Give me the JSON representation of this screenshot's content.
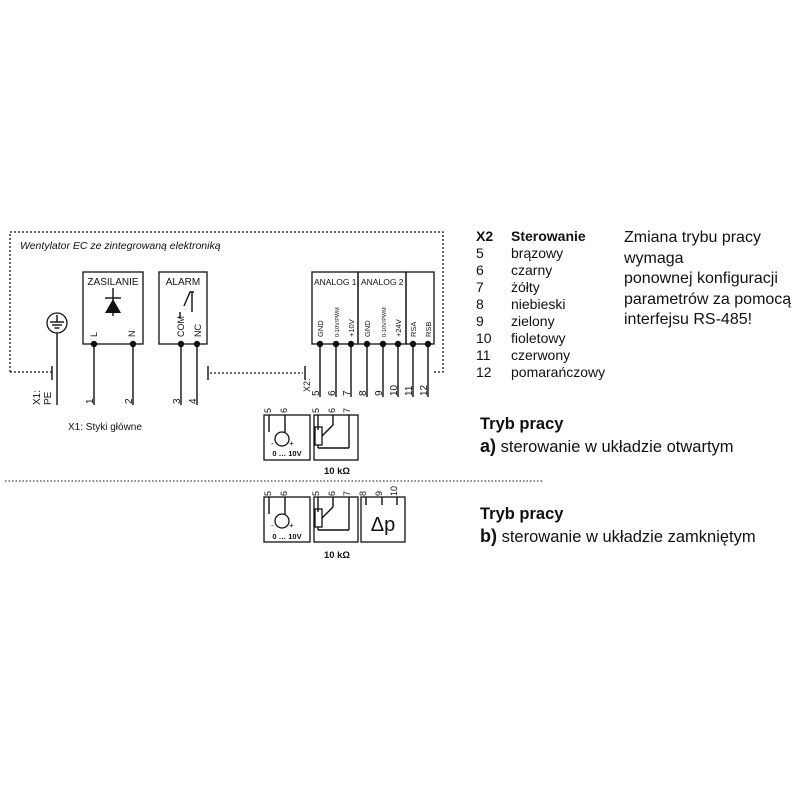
{
  "diagram": {
    "fan_label": "Wentylator EC ze zintegrowaną elektroniką",
    "x1": {
      "designator": "X1:",
      "pe": "PE",
      "caption": "X1: Styki główne"
    },
    "zasilanie": {
      "title": "ZASILANIE",
      "pin_l": "L",
      "pin_n": "N",
      "num_1": "1",
      "num_2": "2"
    },
    "alarm": {
      "title": "ALARM",
      "pin_com": "COM",
      "pin_nc": "NC",
      "num_3": "3",
      "num_4": "4"
    },
    "x2": {
      "designator": "X2:",
      "analog1": "ANALOG 1",
      "analog2": "ANALOG 2",
      "pins": [
        "GND",
        "0-10V/PWM",
        "+10V",
        "GND",
        "0-10V/PWM",
        "+24V",
        "RSA",
        "RSB"
      ],
      "numbers": [
        "5",
        "6",
        "7",
        "8",
        "9",
        "10",
        "11",
        "12"
      ]
    },
    "mode_a_box": {
      "n5": "5",
      "n6": "6",
      "n5b": "5",
      "n6b": "6",
      "n7b": "7",
      "range": "0 … 10V",
      "resistance": "10 kΩ"
    },
    "mode_b_box": {
      "n5": "5",
      "n6": "6",
      "n5b": "5",
      "n6b": "6",
      "n7b": "7",
      "n8": "8",
      "n9": "9",
      "n10": "10",
      "range": "0 … 10V",
      "resistance": "10 kΩ",
      "dp": "Δp"
    }
  },
  "legend": {
    "header_num": "X2",
    "header_label": "Sterowanie",
    "items": [
      {
        "num": "5",
        "label": "brązowy"
      },
      {
        "num": "6",
        "label": "czarny"
      },
      {
        "num": "7",
        "label": "żółty"
      },
      {
        "num": "8",
        "label": "niebieski"
      },
      {
        "num": "9",
        "label": "zielony"
      },
      {
        "num": "10",
        "label": "fioletowy"
      },
      {
        "num": "11",
        "label": "czerwony"
      },
      {
        "num": "12",
        "label": "pomarańczowy"
      }
    ]
  },
  "note": {
    "line1": "Zmiana trybu pracy",
    "line2": "wymaga",
    "line3": "ponownej konfiguracji",
    "line4": "parametrów za pomocą",
    "line5": "interfejsu RS-485!"
  },
  "mode_a": {
    "title": "Tryb pracy",
    "letter": "a)",
    "text": "sterowanie w układzie otwartym"
  },
  "mode_b": {
    "title": "Tryb pracy",
    "letter": "b)",
    "text": "sterowanie w układzie zamkniętym"
  }
}
